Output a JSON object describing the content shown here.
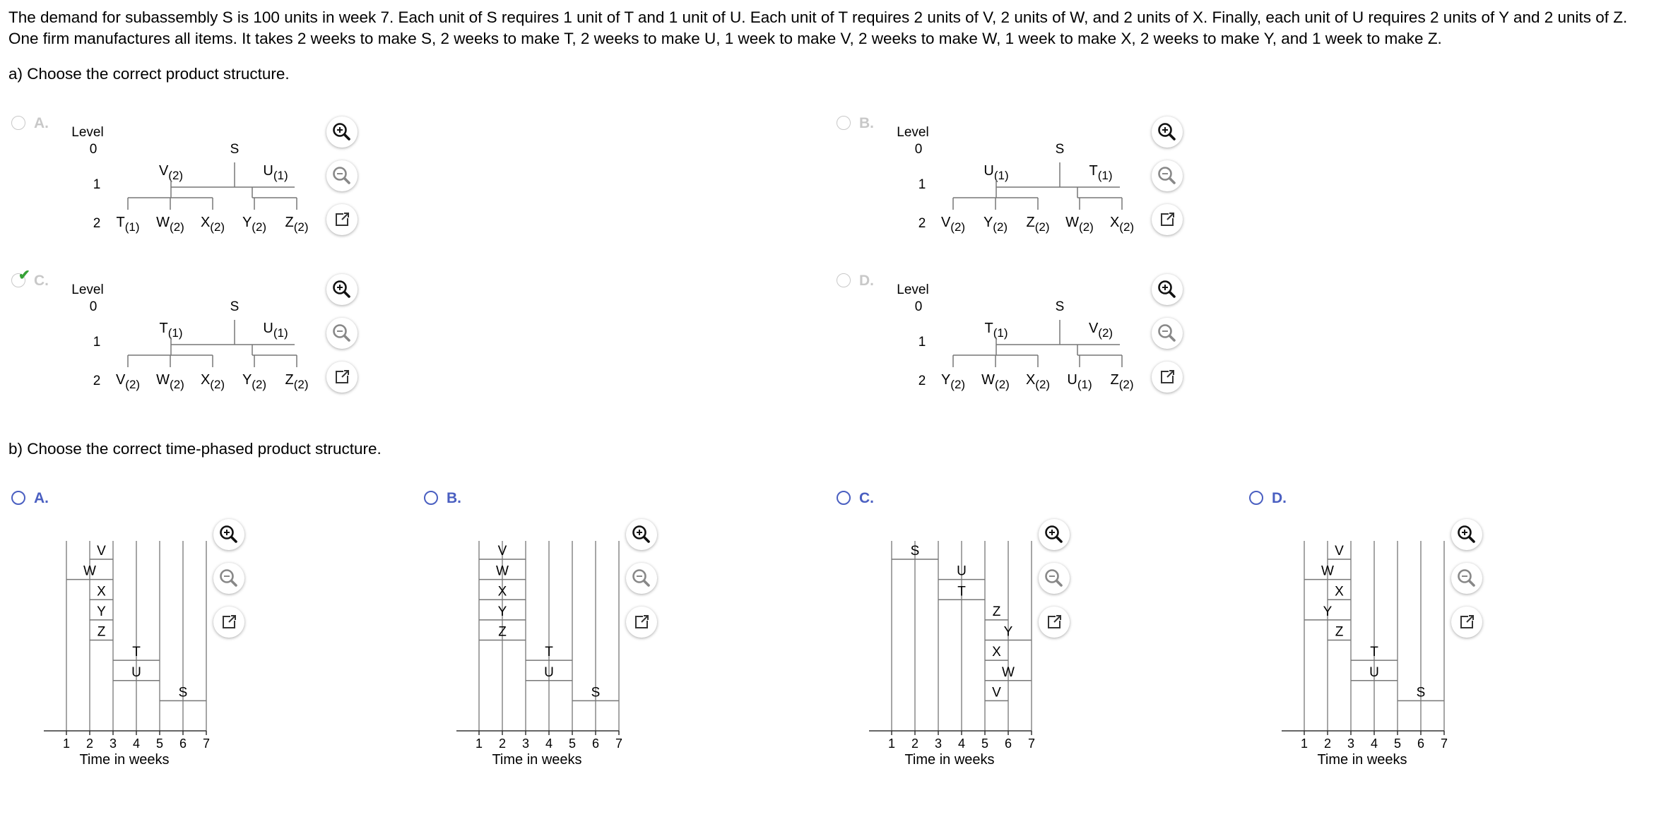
{
  "question": "The demand for subassembly S is 100 units in week 7. Each unit of S requires 1 unit of T and 1 unit of U. Each unit of T requires 2 units of V, 2 units of W, and 2 units of X. Finally, each unit of U requires 2 units of Y and 2 units of Z. One firm manufactures all items. It takes 2 weeks to make S, 2 weeks to make T, 2 weeks to make U, 1 week to make V, 2 weeks to make W, 1 week to make X, 2 weeks to make Y, and 1 week to make Z.",
  "part_a": {
    "prompt": "a) Choose the correct product structure.",
    "options": [
      {
        "letter": "A.",
        "selected": false,
        "correct": false,
        "level_title": "Level",
        "levels": [
          "0",
          "1",
          "2"
        ],
        "root": "S",
        "l1": [
          {
            "n": "V",
            "q": "(2)"
          },
          {
            "n": "U",
            "q": "(1)"
          }
        ],
        "l2": [
          {
            "n": "T",
            "q": "(1)"
          },
          {
            "n": "W",
            "q": "(2)"
          },
          {
            "n": "X",
            "q": "(2)"
          },
          {
            "n": "Y",
            "q": "(2)"
          },
          {
            "n": "Z",
            "q": "(2)"
          }
        ]
      },
      {
        "letter": "B.",
        "selected": false,
        "correct": false,
        "level_title": "Level",
        "levels": [
          "0",
          "1",
          "2"
        ],
        "root": "S",
        "l1": [
          {
            "n": "U",
            "q": "(1)"
          },
          {
            "n": "T",
            "q": "(1)"
          }
        ],
        "l2": [
          {
            "n": "V",
            "q": "(2)"
          },
          {
            "n": "Y",
            "q": "(2)"
          },
          {
            "n": "Z",
            "q": "(2)"
          },
          {
            "n": "W",
            "q": "(2)"
          },
          {
            "n": "X",
            "q": "(2)"
          }
        ]
      },
      {
        "letter": "C.",
        "selected": true,
        "correct": true,
        "level_title": "Level",
        "levels": [
          "0",
          "1",
          "2"
        ],
        "root": "S",
        "l1": [
          {
            "n": "T",
            "q": "(1)"
          },
          {
            "n": "U",
            "q": "(1)"
          }
        ],
        "l2": [
          {
            "n": "V",
            "q": "(2)"
          },
          {
            "n": "W",
            "q": "(2)"
          },
          {
            "n": "X",
            "q": "(2)"
          },
          {
            "n": "Y",
            "q": "(2)"
          },
          {
            "n": "Z",
            "q": "(2)"
          }
        ]
      },
      {
        "letter": "D.",
        "selected": false,
        "correct": false,
        "level_title": "Level",
        "levels": [
          "0",
          "1",
          "2"
        ],
        "root": "S",
        "l1": [
          {
            "n": "T",
            "q": "(1)"
          },
          {
            "n": "V",
            "q": "(2)"
          }
        ],
        "l2": [
          {
            "n": "Y",
            "q": "(2)"
          },
          {
            "n": "W",
            "q": "(2)"
          },
          {
            "n": "X",
            "q": "(2)"
          },
          {
            "n": "U",
            "q": "(1)"
          },
          {
            "n": "Z",
            "q": "(2)"
          }
        ]
      }
    ]
  },
  "part_b": {
    "prompt": "b) Choose the correct time-phased product structure.",
    "axis_label": "Time in weeks",
    "week_ticks": [
      "1",
      "2",
      "3",
      "4",
      "5",
      "6",
      "7"
    ],
    "options": [
      {
        "letter": "A.",
        "selected": false,
        "bars": [
          {
            "item": "V",
            "start": 2,
            "end": 3
          },
          {
            "item": "W",
            "start": 1,
            "end": 3
          },
          {
            "item": "X",
            "start": 2,
            "end": 3
          },
          {
            "item": "Y",
            "start": 2,
            "end": 3
          },
          {
            "item": "Z",
            "start": 2,
            "end": 3
          },
          {
            "item": "T",
            "start": 3,
            "end": 5
          },
          {
            "item": "U",
            "start": 3,
            "end": 5
          },
          {
            "item": "S",
            "start": 5,
            "end": 7
          }
        ]
      },
      {
        "letter": "B.",
        "selected": false,
        "bars": [
          {
            "item": "V",
            "start": 1,
            "end": 3
          },
          {
            "item": "W",
            "start": 1,
            "end": 3
          },
          {
            "item": "X",
            "start": 1,
            "end": 3
          },
          {
            "item": "Y",
            "start": 1,
            "end": 3
          },
          {
            "item": "Z",
            "start": 1,
            "end": 3
          },
          {
            "item": "T",
            "start": 3,
            "end": 5
          },
          {
            "item": "U",
            "start": 3,
            "end": 5
          },
          {
            "item": "S",
            "start": 5,
            "end": 7
          }
        ]
      },
      {
        "letter": "C.",
        "selected": false,
        "bars": [
          {
            "item": "S",
            "start": 1,
            "end": 3
          },
          {
            "item": "U",
            "start": 3,
            "end": 5
          },
          {
            "item": "T",
            "start": 3,
            "end": 5
          },
          {
            "item": "Z",
            "start": 5,
            "end": 6
          },
          {
            "item": "Y",
            "start": 5,
            "end": 7
          },
          {
            "item": "X",
            "start": 5,
            "end": 6
          },
          {
            "item": "W",
            "start": 5,
            "end": 7
          },
          {
            "item": "V",
            "start": 5,
            "end": 6
          }
        ]
      },
      {
        "letter": "D.",
        "selected": false,
        "bars": [
          {
            "item": "V",
            "start": 2,
            "end": 3
          },
          {
            "item": "W",
            "start": 1,
            "end": 3
          },
          {
            "item": "X",
            "start": 2,
            "end": 3
          },
          {
            "item": "Y",
            "start": 1,
            "end": 3
          },
          {
            "item": "Z",
            "start": 2,
            "end": 3
          },
          {
            "item": "T",
            "start": 3,
            "end": 5
          },
          {
            "item": "U",
            "start": 3,
            "end": 5
          },
          {
            "item": "S",
            "start": 5,
            "end": 7
          }
        ]
      }
    ]
  },
  "tool_icons": [
    "zoom-in-icon",
    "zoom-out-icon",
    "open-new-window-icon"
  ]
}
